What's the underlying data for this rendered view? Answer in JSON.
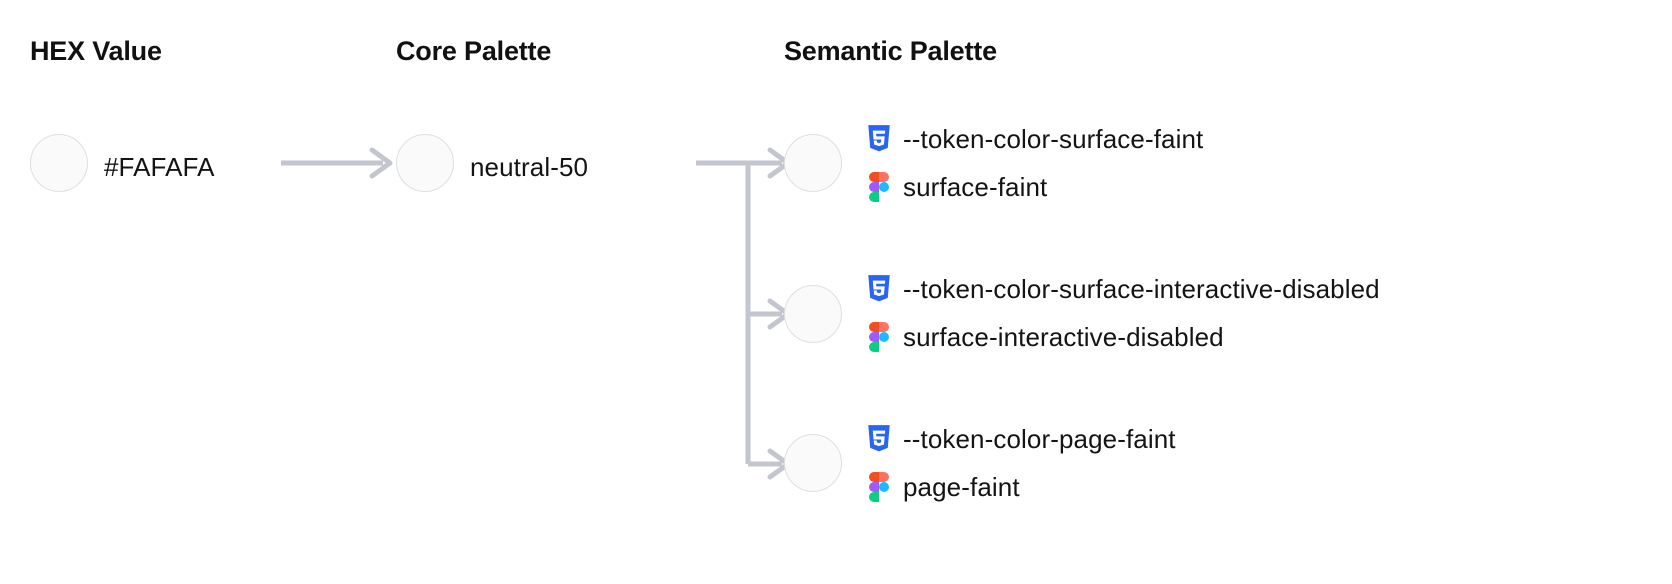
{
  "columns": {
    "hex": {
      "title": "HEX Value"
    },
    "core": {
      "title": "Core Palette"
    },
    "semantic": {
      "title": "Semantic Palette"
    }
  },
  "hex": {
    "value": "#FAFAFA",
    "swatch_color": "#FAFAFA"
  },
  "core": {
    "value": "neutral-50",
    "swatch_color": "#FAFAFA"
  },
  "semantic": {
    "rows": [
      {
        "css_variable": "--token-color-surface-faint",
        "figma_token": "surface-faint",
        "swatch_color": "#FAFAFA",
        "css_icon": "css3-icon",
        "figma_icon": "figma-icon"
      },
      {
        "css_variable": "--token-color-surface-interactive-disabled",
        "figma_token": "surface-interactive-disabled",
        "swatch_color": "#FAFAFA",
        "css_icon": "css3-icon",
        "figma_icon": "figma-icon"
      },
      {
        "css_variable": "--token-color-page-faint",
        "figma_token": "page-faint",
        "swatch_color": "#FAFAFA",
        "css_icon": "css3-icon",
        "figma_icon": "figma-icon"
      }
    ]
  },
  "theme": {
    "background": "#FFFFFF",
    "text": "#141414",
    "connector": "#C3C6CE",
    "swatch_border": "#DFDFE4",
    "css_icon_blue": "#2965F1",
    "figma_red": "#F24E1E",
    "figma_purple": "#A259FF",
    "figma_blue": "#1ABCFE",
    "figma_green": "#0ACF83"
  }
}
